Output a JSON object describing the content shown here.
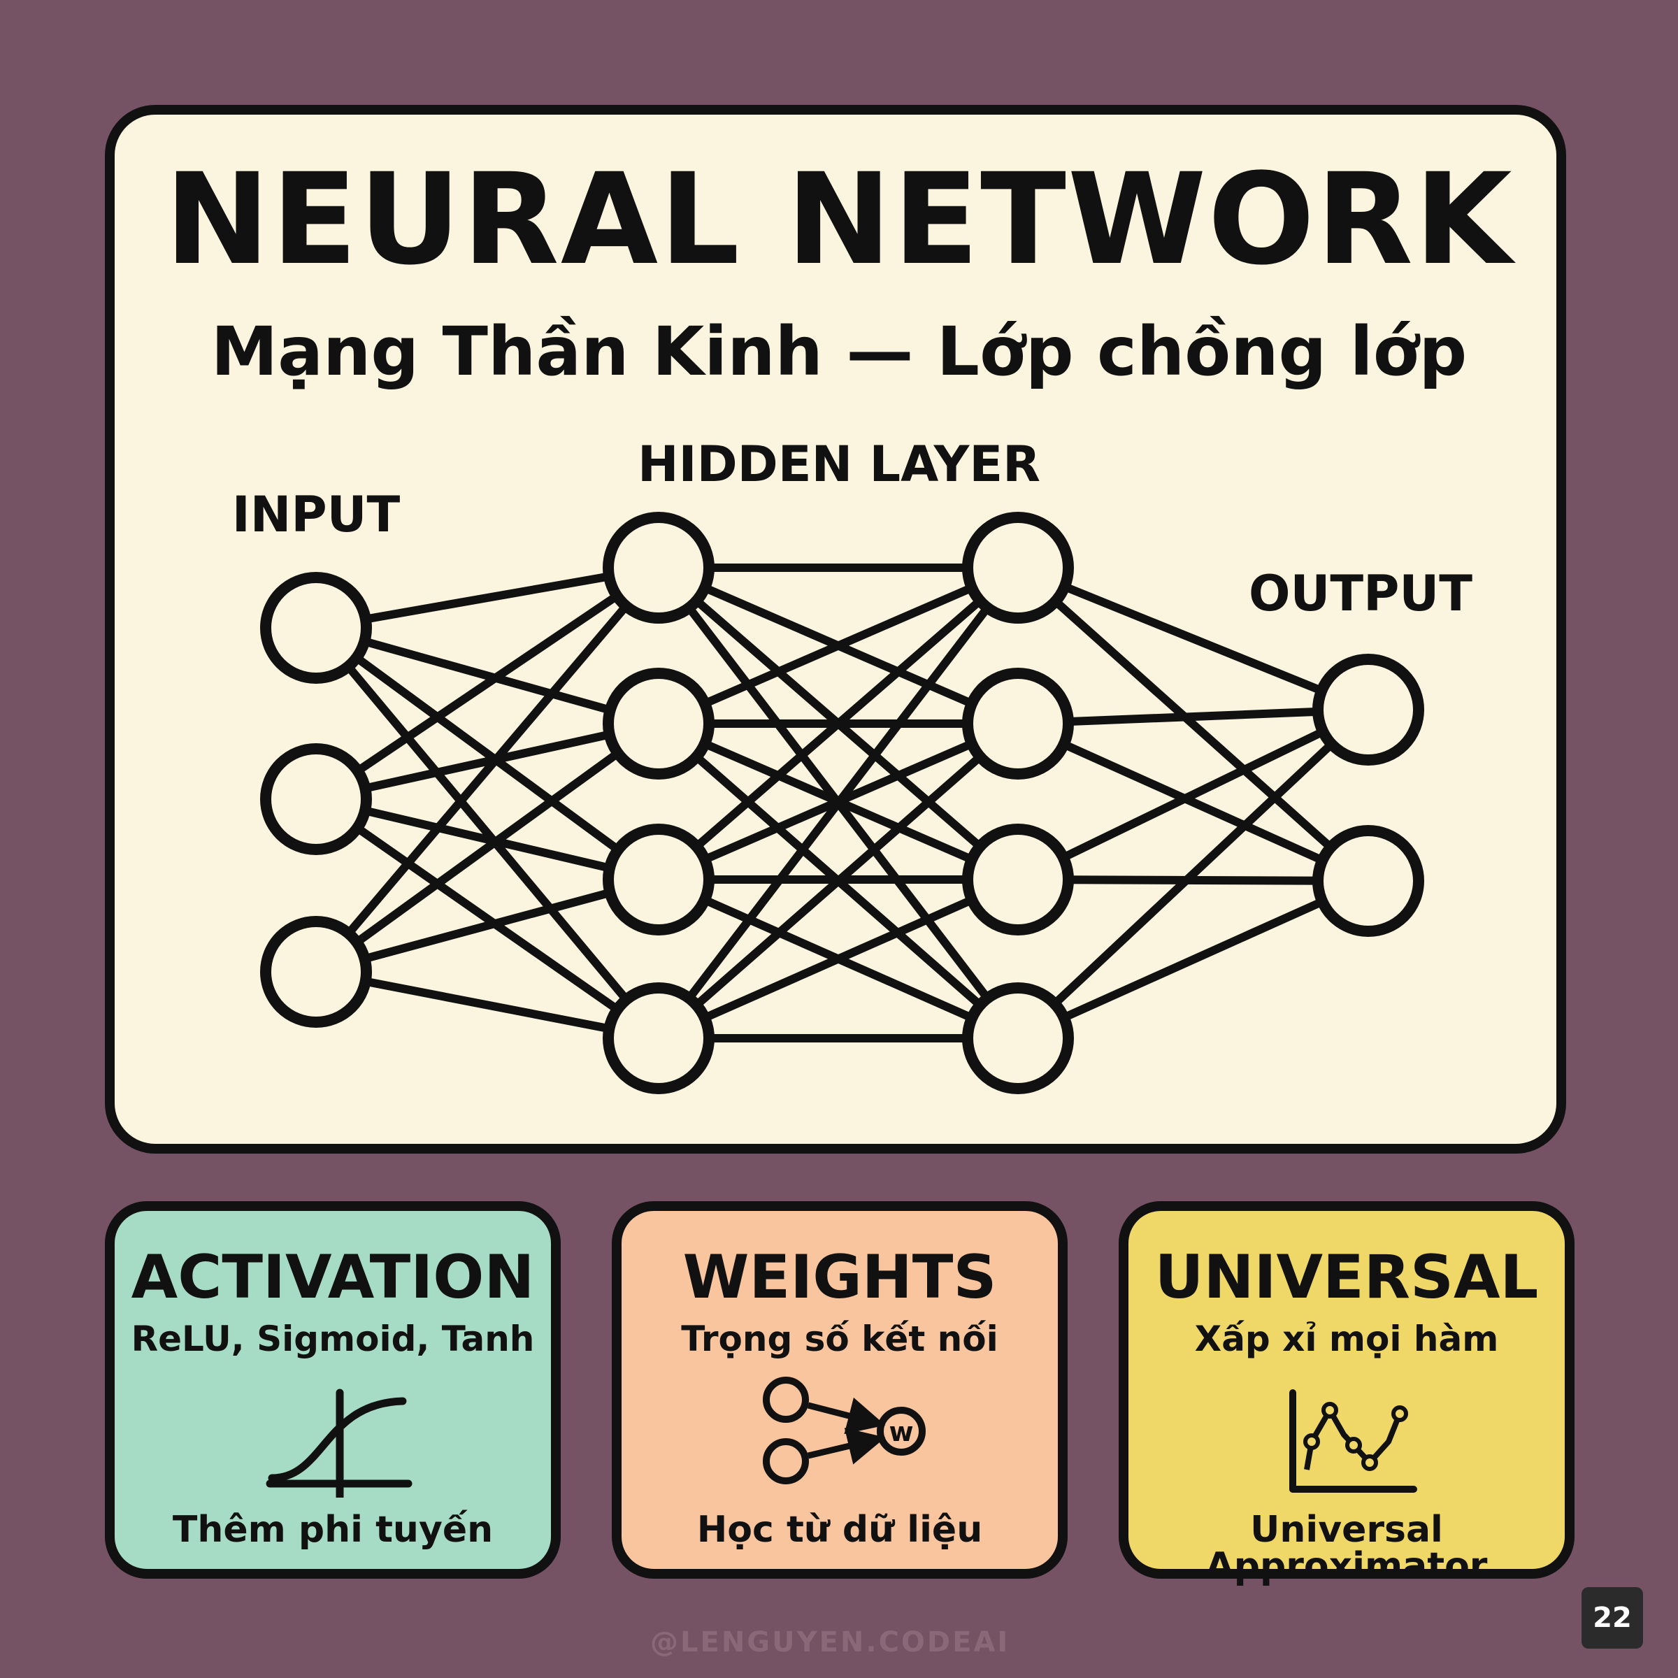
{
  "main": {
    "title": "NEURAL NETWORK",
    "subtitle": "Mạng Thần Kinh — Lớp chồng lớp"
  },
  "network": {
    "labels": {
      "input": "INPUT",
      "hidden": "HIDDEN LAYER",
      "output": "OUTPUT"
    },
    "layer_sizes": [
      3,
      4,
      4,
      2
    ],
    "stroke_color": "#111111",
    "node_fill": "#fbf5df"
  },
  "cards": {
    "activation": {
      "title": "ACTIVATION",
      "subtitle": "ReLU, Sigmoid, Tanh",
      "footer": "Thêm phi tuyến",
      "icon": "sigmoid-curve-icon",
      "color": "#a6dcc6"
    },
    "weights": {
      "title": "WEIGHTS",
      "subtitle": "Trọng số kết nối",
      "footer": "Học từ dữ liệu",
      "icon": "weighted-connection-icon",
      "icon_label": "w",
      "color": "#f9c59e"
    },
    "universal": {
      "title": "UNIVERSAL",
      "subtitle": "Xấp xỉ mọi hàm",
      "footer": "Universal Approximator",
      "icon": "function-plot-icon",
      "color": "#f0d868"
    }
  },
  "footer": {
    "watermark": "@LENGUYEN.CODEAI",
    "page_number": "22"
  },
  "colors": {
    "background": "#765364",
    "card": "#fbf5df",
    "ink": "#111111"
  }
}
